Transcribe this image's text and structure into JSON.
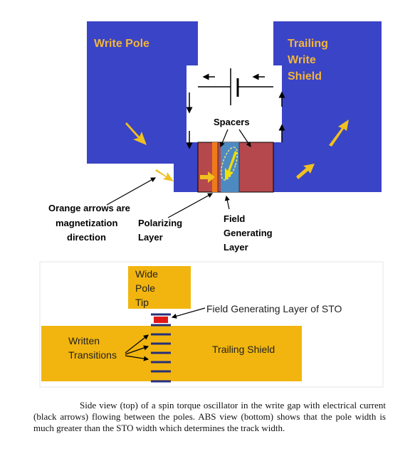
{
  "top_figure": {
    "write_pole_label": "Write Pole",
    "trailing_shield_label": [
      "Trailing",
      "Write",
      "Shield"
    ],
    "spacers_label": "Spacers",
    "orange_arrows_label": [
      "Orange arrows are",
      "magnetization",
      "direction"
    ],
    "polarizing_layer_label": [
      "Polarizing",
      "Layer"
    ],
    "field_generating_label": [
      "Field",
      "Generating",
      "Layer"
    ],
    "colors": {
      "pole_blue": "#3a44c6",
      "stack_red": "#b5484c",
      "polarizer_orange": "#f07a1a",
      "fgl_blue": "#4d8ac2",
      "arrow_yellow": "#f0c020"
    }
  },
  "bottom_figure": {
    "wide_pole_tip_label": [
      "Wide",
      "Pole",
      "Tip"
    ],
    "fgl_sto_label": "Field Generating Layer of STO",
    "written_transitions_label": [
      "Written",
      "Transitions"
    ],
    "trailing_shield_label": "Trailing Shield",
    "colors": {
      "shield_gold": "#f2b50f",
      "sto_red": "#e01818",
      "transition_navy": "#25307a"
    }
  },
  "caption": "Side view (top) of a spin torque oscillator in the write gap with electrical current (black arrows) flowing between the poles. ABS view (bottom) shows that the pole width is much greater than the STO width which determines the track width."
}
